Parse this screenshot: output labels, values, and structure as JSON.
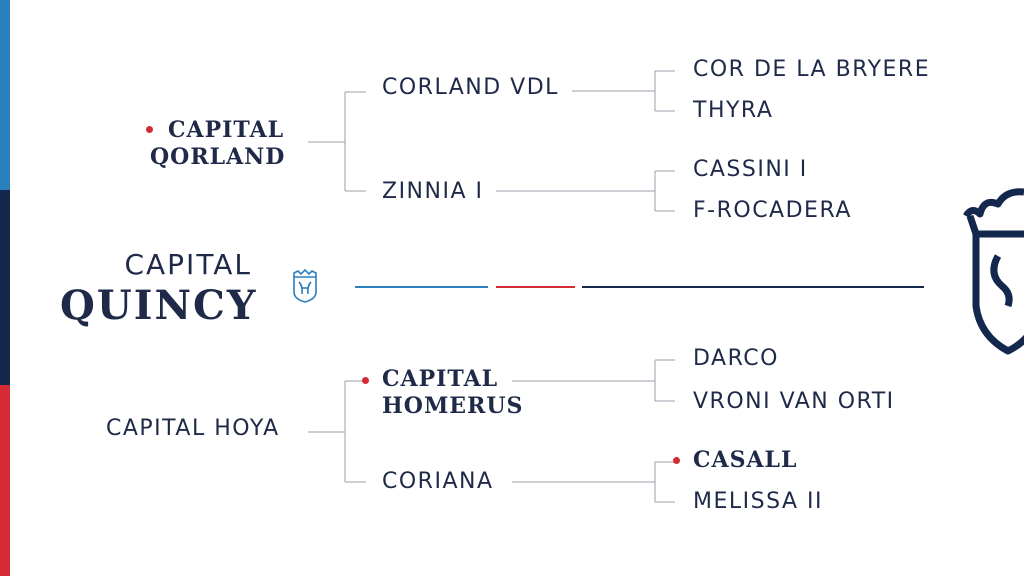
{
  "colors": {
    "navy": "#14284d",
    "blue": "#2b7fbd",
    "red": "#d52b34",
    "line": "#9aa0aa"
  },
  "subject": {
    "line1": "CAPITAL",
    "line2": "QUINCY"
  },
  "sire": {
    "name_line1": "CAPITAL",
    "name_line2": "QORLAND",
    "highlighted": true
  },
  "sire_sire": {
    "name": "CORLAND VDL"
  },
  "sire_dam": {
    "name": "ZINNIA I"
  },
  "sss": {
    "name": "COR DE LA BRYERE"
  },
  "ssd": {
    "name": "THYRA"
  },
  "sds": {
    "name": "CASSINI I"
  },
  "sdd": {
    "name": "F-ROCADERA"
  },
  "dam": {
    "name": "CAPITAL HOYA"
  },
  "dam_sire": {
    "name_line1": "CAPITAL",
    "name_line2": "HOMERUS",
    "highlighted": true
  },
  "dam_dam": {
    "name": "CORIANA"
  },
  "dss": {
    "name": "DARCO"
  },
  "dsd": {
    "name": "VRONI VAN ORTI"
  },
  "dds": {
    "name": "CASALL",
    "highlighted": true
  },
  "ddd": {
    "name": "MELISSA II"
  },
  "icons": {
    "small_logo": "crest-icon",
    "large_logo": "crest-icon"
  }
}
